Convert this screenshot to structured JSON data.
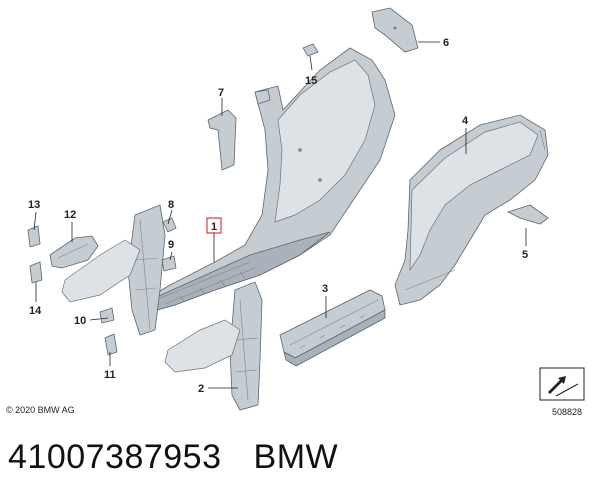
{
  "callouts": {
    "c1": "1",
    "c2": "2",
    "c3": "3",
    "c4": "4",
    "c5": "5",
    "c6": "6",
    "c7": "7",
    "c8": "8",
    "c9": "9",
    "c10": "10",
    "c11": "11",
    "c12": "12",
    "c13": "13",
    "c14": "14",
    "c15": "15"
  },
  "highlight_color": "#e53935",
  "copyright": "© 2020 BMW AG",
  "reference_number": "508828",
  "footer": {
    "part_number": "41007387953",
    "brand": "BMW"
  },
  "icons": {
    "direction": "arrow-direction-icon"
  }
}
